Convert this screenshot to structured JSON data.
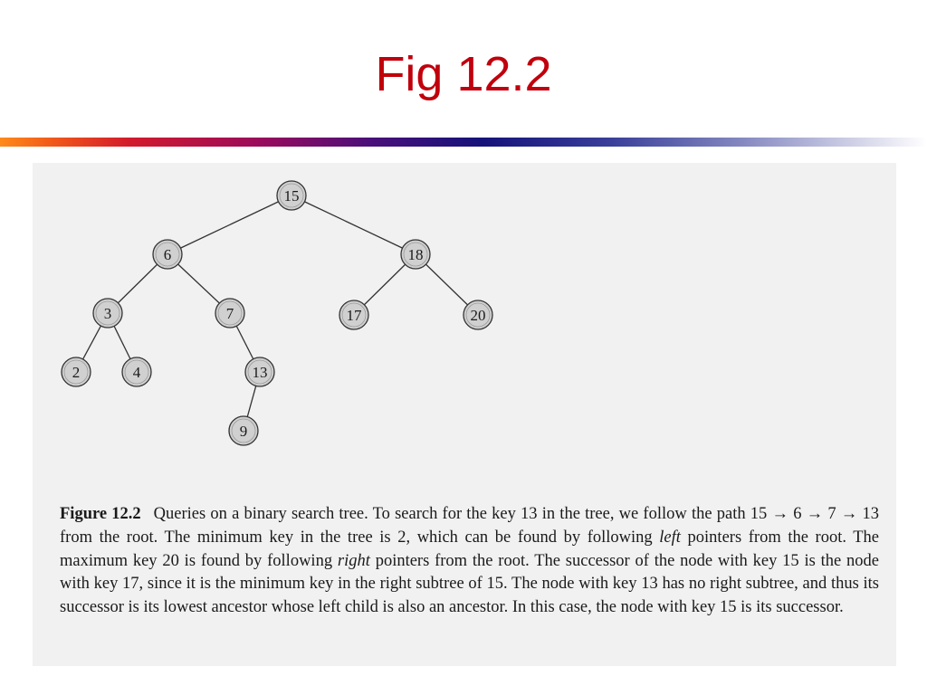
{
  "slide": {
    "title": "Fig 12.2"
  },
  "tree": {
    "nodes": [
      {
        "id": "n15",
        "label": "15"
      },
      {
        "id": "n6",
        "label": "6"
      },
      {
        "id": "n18",
        "label": "18"
      },
      {
        "id": "n3",
        "label": "3"
      },
      {
        "id": "n7",
        "label": "7"
      },
      {
        "id": "n17",
        "label": "17"
      },
      {
        "id": "n20",
        "label": "20"
      },
      {
        "id": "n2",
        "label": "2"
      },
      {
        "id": "n4",
        "label": "4"
      },
      {
        "id": "n13",
        "label": "13"
      },
      {
        "id": "n9",
        "label": "9"
      }
    ],
    "edges": [
      [
        "n15",
        "n6"
      ],
      [
        "n15",
        "n18"
      ],
      [
        "n6",
        "n3"
      ],
      [
        "n6",
        "n7"
      ],
      [
        "n18",
        "n17"
      ],
      [
        "n18",
        "n20"
      ],
      [
        "n3",
        "n2"
      ],
      [
        "n3",
        "n4"
      ],
      [
        "n7",
        "n13"
      ],
      [
        "n13",
        "n9"
      ]
    ]
  },
  "caption": {
    "lead": "Figure 12.2",
    "p1": "Queries on a binary search tree. To search for the key 13 in the tree, we follow the path 15 → 6 → 7 → 13 from the root. The minimum key in the tree is 2, which can be found by following ",
    "em1": "left",
    "p2": " pointers from the root. The maximum key 20 is found by following ",
    "em2": "right",
    "p3": " pointers from the root. The successor of the node with key 15 is the node with key 17, since it is the minimum key in the right subtree of 15. The node with key 13 has no right subtree, and thus its successor is its lowest ancestor whose left child is also an ancestor. In this case, the node with key 15 is its successor."
  },
  "colors": {
    "title": "#c0000c",
    "node_fill": "#d0d0d0",
    "node_stroke": "#333333",
    "edge": "#333333",
    "panel": "#f1f1f1"
  }
}
